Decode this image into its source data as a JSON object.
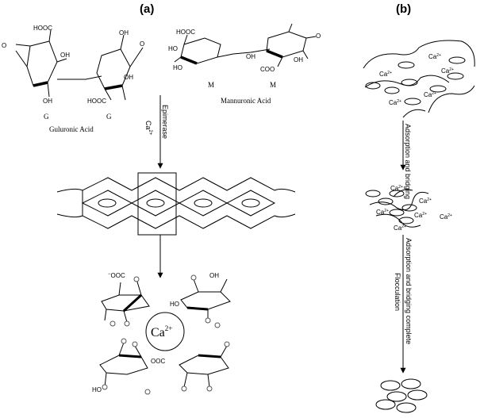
{
  "panels": {
    "a": "(a)",
    "b": "(b)"
  },
  "panel_a": {
    "guluronic_label": "Guluronic Acid",
    "mannuronic_label": "Mannuronic Acid",
    "unit_g_1": "G",
    "unit_g_2": "G",
    "unit_m_1": "M",
    "unit_m_2": "M",
    "cooh": "HOOC",
    "coo": "COO",
    "oh": "OH",
    "ho": "HO",
    "o_minus": "O",
    "step_epimerase": "Epimerase",
    "step_ca": "Ca",
    "ion_center": "Ca",
    "charge": "2+",
    "ooc_minus": "OOC"
  },
  "panel_b": {
    "ion": "Ca",
    "charge": "2+",
    "step_1": "Adsorption and bridging",
    "step_2a": "Adsorption and bridging complete",
    "step_2b": "Flocculation"
  },
  "colors": {
    "line": "#000000",
    "gray": "#777777",
    "background": "#ffffff"
  }
}
